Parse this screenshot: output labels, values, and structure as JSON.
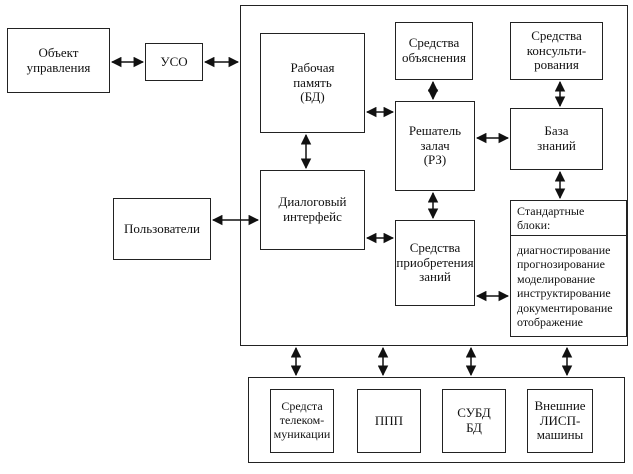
{
  "nodes": {
    "object": "Объект\nуправления",
    "uso": "УСО",
    "working_memory": "Рабочая\nпамять\n(БД)",
    "explanation": "Средства\nобъяснения",
    "consulting": "Средства\nконсульти-\nрования",
    "solver": "Решатель\nзалач\n(РЗ)",
    "knowledge_base": "База\nзнаний",
    "dialog": "Диалоговый\nинтерфейс",
    "users": "Пользователи",
    "acquisition": "Средства\nприобретения\nзаний",
    "standard_blocks": {
      "title": "Стандартные\nблоки:",
      "items": [
        "диагностирование",
        "прогнозирование",
        "моделирование",
        "инструктирование",
        "документирование",
        "отображение"
      ]
    },
    "telecom": "Средста\nтелеком-\nмуникации",
    "ppp": "ППП",
    "dbms": "СУБД\nБД",
    "lisp": "Внешние\nЛИСП-\nмашины"
  }
}
